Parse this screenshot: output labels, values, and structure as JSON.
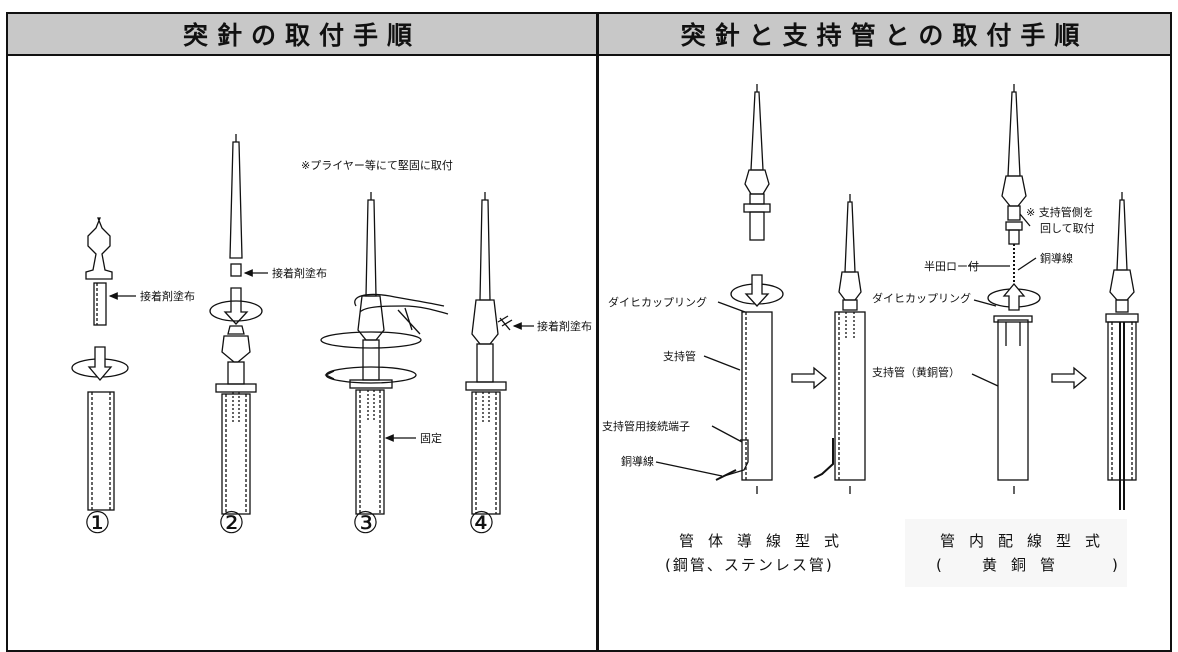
{
  "headers": {
    "left": "突針の取付手順",
    "right": "突針と支持管との取付手順"
  },
  "left_panel": {
    "steps": [
      "①",
      "②",
      "③",
      "④"
    ],
    "labels": {
      "adhesive_1": "接着剤塗布",
      "adhesive_2": "接着剤塗布",
      "adhesive_4": "接着剤塗布",
      "plier_note": "※プライヤー等にて堅固に取付",
      "fixed": "固定"
    }
  },
  "right_panel": {
    "labels": {
      "coupling_1": "ダイヒカップリング",
      "support_pipe": "支持管",
      "terminal": "支持管用接続端子",
      "copper_wire_1": "銅導線",
      "note_line1": "※ 支持管側を",
      "note_line2": "回して取付",
      "solder": "半田ロー付",
      "copper_wire_2": "銅導線",
      "coupling_2": "ダイヒカップリング",
      "brass_pipe": "支持管（黄銅管）"
    },
    "captions": {
      "a_line1": "管体導線型式",
      "a_line2": "(鋼管、ステンレス管)",
      "b_line1": "管内配線型式",
      "b_line2_open": "(",
      "b_line2_text": "黄銅管",
      "b_line2_close": ")"
    }
  }
}
